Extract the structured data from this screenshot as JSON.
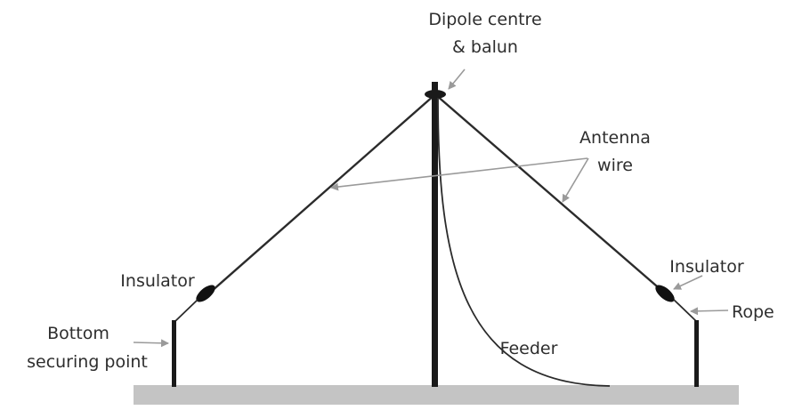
{
  "labels": {
    "dipole_centre_line1": "Dipole centre",
    "dipole_centre_line2": "& balun",
    "antenna_wire_line1": "Antenna",
    "antenna_wire_line2": "wire",
    "insulator_left": "Insulator",
    "insulator_right": "Insulator",
    "rope": "Rope",
    "bottom_securing_line1": "Bottom",
    "bottom_securing_line2": "securing point",
    "feeder": "Feeder"
  },
  "colors": {
    "ground": "#c4c4c4",
    "mast": "#1a1a1a",
    "wire": "#2b2b2b",
    "arrow": "#9a9a9a",
    "text": "#2e2e2e"
  }
}
